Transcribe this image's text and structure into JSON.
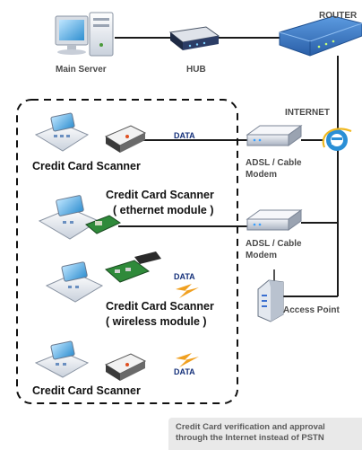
{
  "labels": {
    "router": "ROUTER",
    "main_server": "Main Server",
    "hub": "HUB",
    "internet": "INTERNET",
    "modem1_line1": "ADSL / Cable",
    "modem1_line2": "Modem",
    "modem2_line1": "ADSL / Cable",
    "modem2_line2": "Modem",
    "access_point": "Access Point",
    "scanner1": "Credit Card Scanner",
    "scanner2_line1": "Credit Card Scanner",
    "scanner2_line2": "( ethernet module )",
    "scanner3_line1": "Credit Card Scanner",
    "scanner3_line2": "( wireless module )",
    "scanner4": "Credit Card Scanner",
    "data1": "DATA",
    "data2": "DATA",
    "data3": "DATA"
  },
  "caption": {
    "line1": "Credit Card verification and approval",
    "line2": "through the Internet instead of PSTN"
  },
  "colors": {
    "router": "#2f6fc0",
    "link": "#1a1a1a",
    "internet_icon": "#2a8fd6",
    "wireless": "#f0a020"
  }
}
